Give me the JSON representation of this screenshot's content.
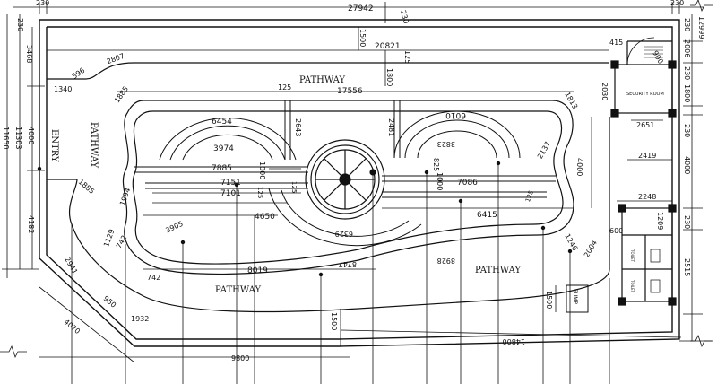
{
  "labels": {
    "pathway_top": "PATHWAY",
    "pathway_left": "PATHWAY",
    "pathway_bottom_left": "PATHWAY",
    "pathway_bottom_right": "PATHWAY",
    "entry": "ENTRY",
    "security_room": "SECURITY ROOM",
    "sump": "SUMP",
    "toilet_1": "TOILET",
    "toilet_2": "TOILET"
  },
  "dimensions": {
    "d27942": "27942",
    "d230_tl": "230",
    "d230_tl2": "230",
    "d230_top_mid": "230",
    "d230_tr": "230",
    "d230_r1": "230",
    "d2006": "2006",
    "d230_r2": "230",
    "d1800_r": "1800",
    "d230_r3": "230",
    "d12999": "12999",
    "d4000_r": "4000",
    "d230_r4": "230",
    "d2515": "2515",
    "d3468": "3468",
    "d11650": "11650",
    "d11303": "11303",
    "d4000_l": "4000",
    "d4182": "4182",
    "d1500_top": "1500",
    "d20821": "20821",
    "d125_top": "125",
    "d415": "415",
    "d900": "900",
    "d596": "596",
    "d2807": "2807",
    "d1340": "1340",
    "d1885": "1885",
    "d125_a": "125",
    "d17556": "17556",
    "d1800_c": "1800",
    "d1813": "1813",
    "d2030": "2030",
    "d6454": "6454",
    "d2643": "2643",
    "d2481": "2481",
    "d6010": "6010",
    "d2651": "2651",
    "d3974": "3974",
    "d3823": "3823",
    "d2419": "2419",
    "d2137": "2137",
    "d7885": "7885",
    "d1000_a": "1000",
    "d825": "825",
    "d4000_mid": "4000",
    "d7151": "7151",
    "d1000_b": "1000",
    "d7086": "7086",
    "d7101": "7101",
    "d125_b": "125",
    "d125_c": "125",
    "d125_d": "125",
    "d1885_l": "1885",
    "d1994": "1994",
    "d2248": "2248",
    "d4650": "4650",
    "d6415": "6415",
    "d3905": "3905",
    "d6329": "6329",
    "d1209": "1209",
    "d600": "600",
    "d1129": "1129",
    "d742_a": "742",
    "d1246": "1246",
    "d2004": "2004",
    "d2941": "2941",
    "d742_b": "742",
    "d8019": "8019",
    "d8747": "8747",
    "d8928": "8928",
    "d950": "950",
    "d1500_sump": "1500",
    "d1932": "1932",
    "d4070": "4070",
    "d1500_bot": "1500",
    "d14800": "14800",
    "d9800": "9800"
  },
  "colors": {
    "ink": "#111111",
    "background": "#ffffff"
  }
}
